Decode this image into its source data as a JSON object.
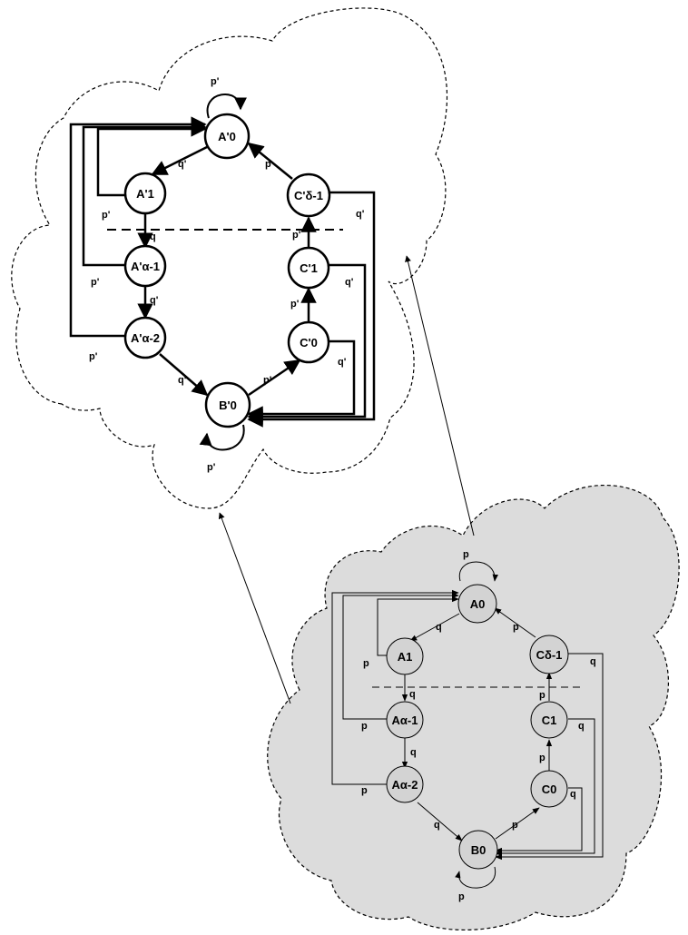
{
  "top_diagram": {
    "nodes": {
      "a0": "A'0",
      "a1": "A'1",
      "aalpha1": "A'α-1",
      "aalpha2": "A'α-2",
      "b0": "B'0",
      "c0": "C'0",
      "c1": "C'1",
      "cdelta1": "C'δ-1"
    },
    "labels": {
      "self_a0": "p'",
      "a0_a1": "q'",
      "a1_back": "p'",
      "a1_down": "q",
      "aalpha1_back": "p'",
      "aalpha1_down": "q'",
      "aalpha2_back": "p'",
      "aalpha2_b0": "q'",
      "self_b0": "p'",
      "b0_c0": "p'",
      "c0_c1": "p'",
      "c1_cdelta1": "p'",
      "cdelta1_a0": "p",
      "cdelta1_b0": "q'",
      "c1_b0": "q'",
      "c0_b0": "q'"
    }
  },
  "bottom_diagram": {
    "nodes": {
      "a0": "A0",
      "a1": "A1",
      "aalpha1": "Aα-1",
      "aalpha2": "Aα-2",
      "b0": "B0",
      "c0": "C0",
      "c1": "C1",
      "cdelta1": "Cδ-1"
    },
    "labels": {
      "self_a0": "p",
      "a0_a1": "q",
      "a1_back": "p",
      "a1_down": "q",
      "aalpha1_back": "p",
      "aalpha1_down": "q",
      "aalpha2_back": "p",
      "aalpha2_b0": "q",
      "self_b0": "p",
      "b0_c0": "p",
      "c0_c1": "p",
      "c1_cdelta1": "p",
      "cdelta1_a0": "p",
      "cdelta1_b0": "q",
      "c1_b0": "q",
      "c0_b0": "q"
    }
  },
  "colors": {
    "top_cloud_fill": "#ffffff",
    "bottom_cloud_fill": "#dcdcdc",
    "node_fill_top": "#ffffff",
    "node_fill_bottom": "#d3d3d3",
    "stroke": "#000000"
  }
}
